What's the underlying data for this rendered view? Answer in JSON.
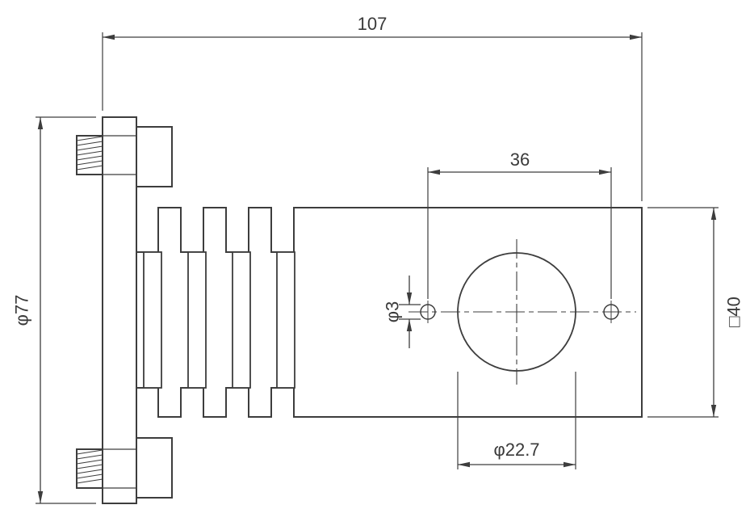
{
  "page": {
    "background_color": "#ffffff",
    "line_color": "#3d3d3d",
    "text_color": "#3a3a3a"
  },
  "drawing": {
    "kind": "engineering-dimension-drawing",
    "view": "side-view-of-flanged-finned-bracket",
    "dims": {
      "overall_length": "107",
      "flange_diameter": "φ77",
      "mount_hole_spacing": "36",
      "mount_hole_diameter": "φ3",
      "plate_square_size": "□40",
      "center_hole_diameter": "φ22.7"
    }
  }
}
